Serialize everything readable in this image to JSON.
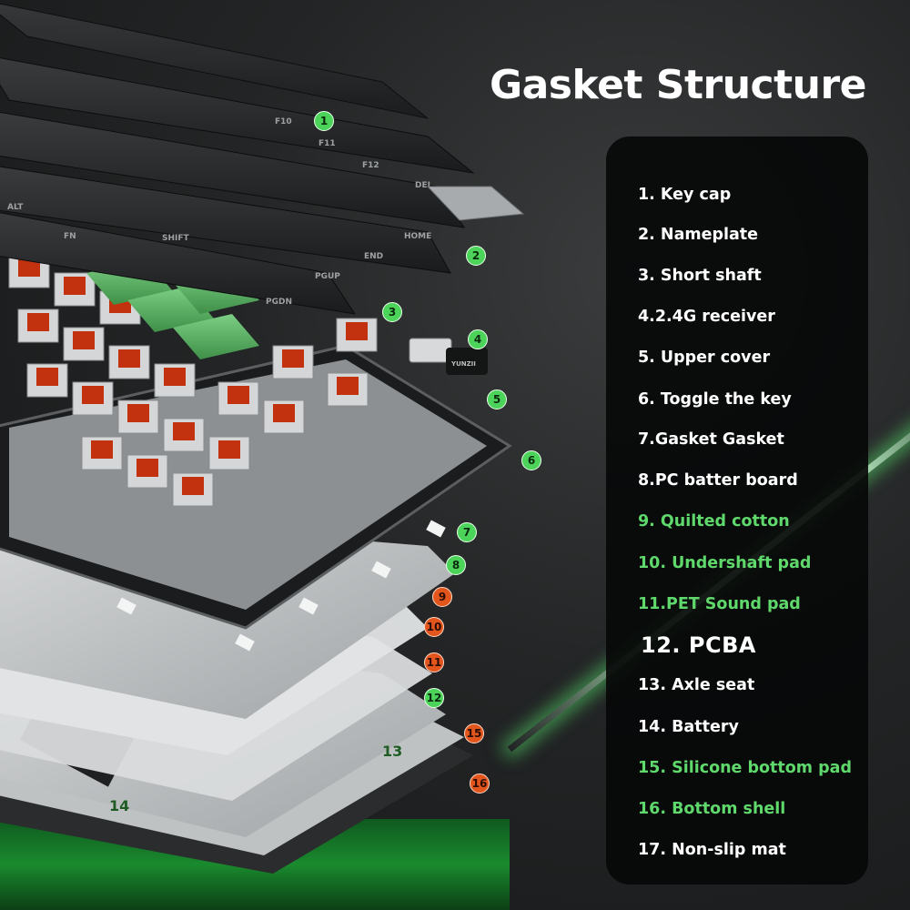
{
  "title": "Gasket Structure",
  "keycap_labels": {
    "f10": "F10",
    "f11": "F11",
    "f12": "F12",
    "del": "DEL",
    "alt": "ALT",
    "fn": "FN",
    "shift": "SHIFT",
    "home": "HOME",
    "end": "END",
    "pgup": "PGUP",
    "pgdn": "PGDN"
  },
  "receiver_label": "YUNZII",
  "callouts": [
    "1",
    "2",
    "3",
    "4",
    "5",
    "6",
    "7",
    "8",
    "9",
    "10",
    "11",
    "12",
    "13",
    "14",
    "15",
    "16"
  ],
  "parts": [
    {
      "label": "1. Key cap"
    },
    {
      "label": "2. Nameplate"
    },
    {
      "label": "3. Short shaft"
    },
    {
      "label": "4.2.4G receiver"
    },
    {
      "label": "5. Upper cover"
    },
    {
      "label": "6. Toggle the key"
    },
    {
      "label": "7.Gasket Gasket"
    },
    {
      "label": "8.PC batter board"
    },
    {
      "label": "9. Quilted cotton"
    },
    {
      "label": "10. Undershaft pad"
    },
    {
      "label": "11.PET Sound pad"
    },
    {
      "label": "12. PCBA"
    },
    {
      "label": "13. Axle seat"
    },
    {
      "label": "14. Battery"
    },
    {
      "label": "15. Silicone bottom pad"
    },
    {
      "label": "16. Bottom shell"
    },
    {
      "label": "17. Non-slip mat"
    }
  ],
  "colors": {
    "accent_green": "#5fd86c",
    "callout_green": "#4cd35a",
    "callout_red": "#e2561e",
    "switch_red": "#c2320f",
    "keycap_green": "#5fb86a",
    "keycap_dark": "#2a2c2d"
  }
}
